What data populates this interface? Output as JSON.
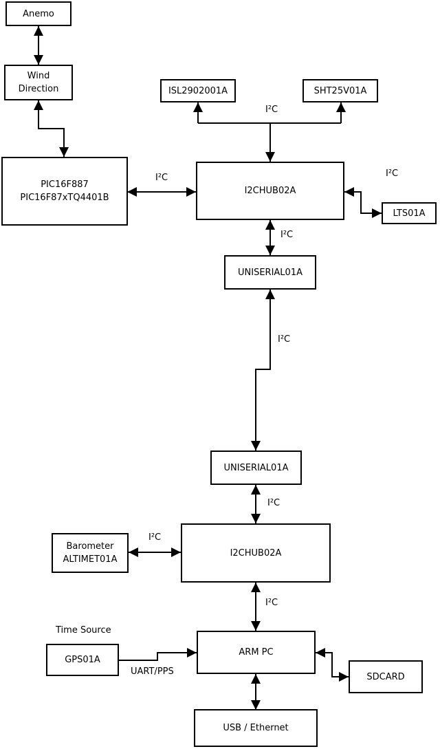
{
  "diagram": {
    "nodes": {
      "anemo": "Anemo",
      "wind_direction": [
        "Wind",
        "Direction"
      ],
      "pic": [
        "PIC16F887",
        "PIC16F87xTQ4401B"
      ],
      "isl": "ISL2902001A",
      "sht": "SHT25V01A",
      "i2chub_top": "I2CHUB02A",
      "lts": "LTS01A",
      "uniserial_top": "UNISERIAL01A",
      "uniserial_bottom": "UNISERIAL01A",
      "i2chub_bottom": "I2CHUB02A",
      "barometer": [
        "Barometer",
        "ALTIMET01A"
      ],
      "gps": "GPS01A",
      "arm_pc": "ARM PC",
      "sdcard": "SDCARD",
      "usb_ethernet": "USB / Ethernet"
    },
    "labels": {
      "i2c_sensor_bus": "I²C",
      "i2c_pic_hub": "I²C",
      "i2c_hub_lts": "I²C",
      "i2c_hub_uniserial": "I²C",
      "i2c_uniserial_link": "I²C",
      "i2c_uniserial_hub2": "I²C",
      "i2c_barometer_hub2": "I²C",
      "i2c_hub2_armpc": "I²C",
      "uart_pps": "UART/PPS",
      "time_source": "Time Source"
    },
    "line_color": "#000000",
    "box_fill": "#ffffff"
  }
}
